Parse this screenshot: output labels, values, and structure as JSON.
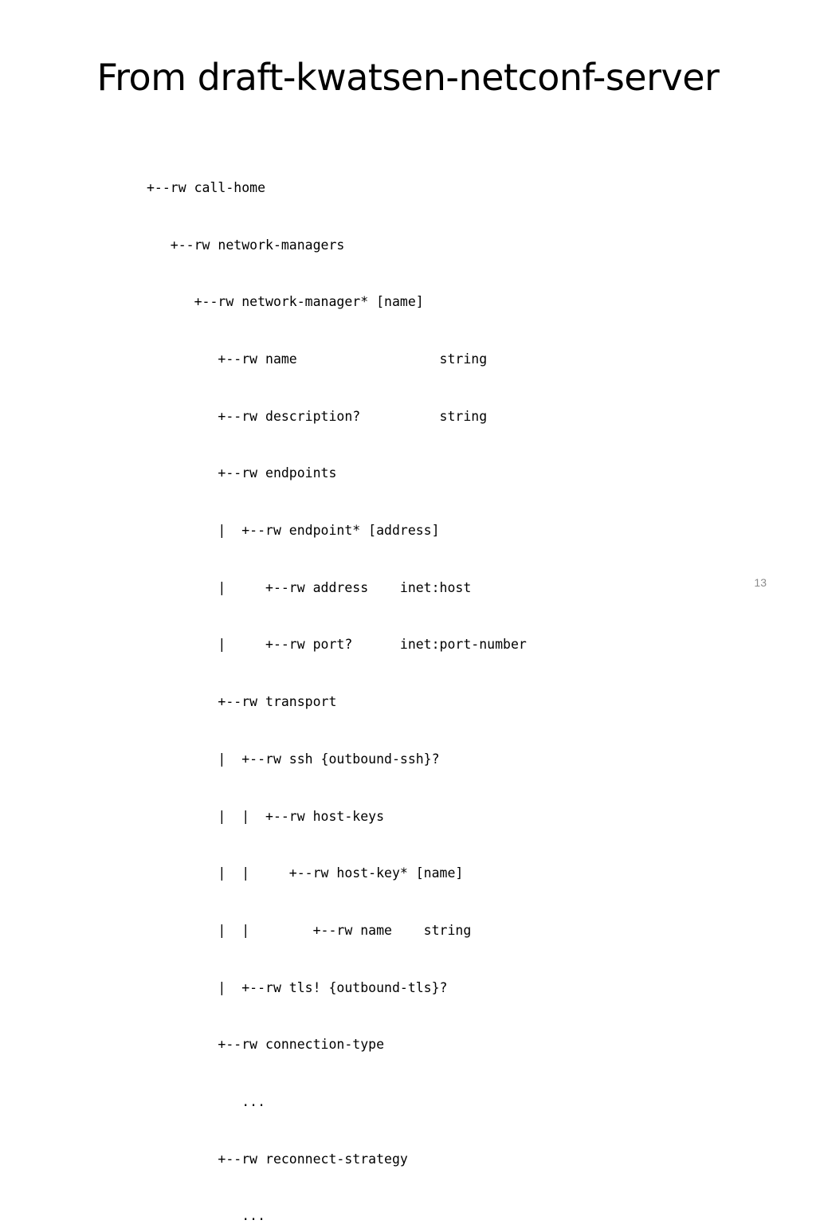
{
  "slide": {
    "title": "From draft-kwatsen-netconf-server",
    "page_number": "13",
    "page_number_color": "#8c8c8c",
    "tree_lines": [
      "+--rw call-home",
      "   +--rw network-managers",
      "      +--rw network-manager* [name]",
      "         +--rw name                  string",
      "         +--rw description?          string",
      "         +--rw endpoints",
      "         |  +--rw endpoint* [address]",
      "         |     +--rw address    inet:host",
      "         |     +--rw port?      inet:port-number",
      "         +--rw transport",
      "         |  +--rw ssh {outbound-ssh}?",
      "         |  |  +--rw host-keys",
      "         |  |     +--rw host-key* [name]",
      "         |  |        +--rw name    string",
      "         |  +--rw tls! {outbound-tls}?",
      "         +--rw connection-type",
      "            ...",
      "         +--rw reconnect-strategy",
      "            ..."
    ]
  }
}
